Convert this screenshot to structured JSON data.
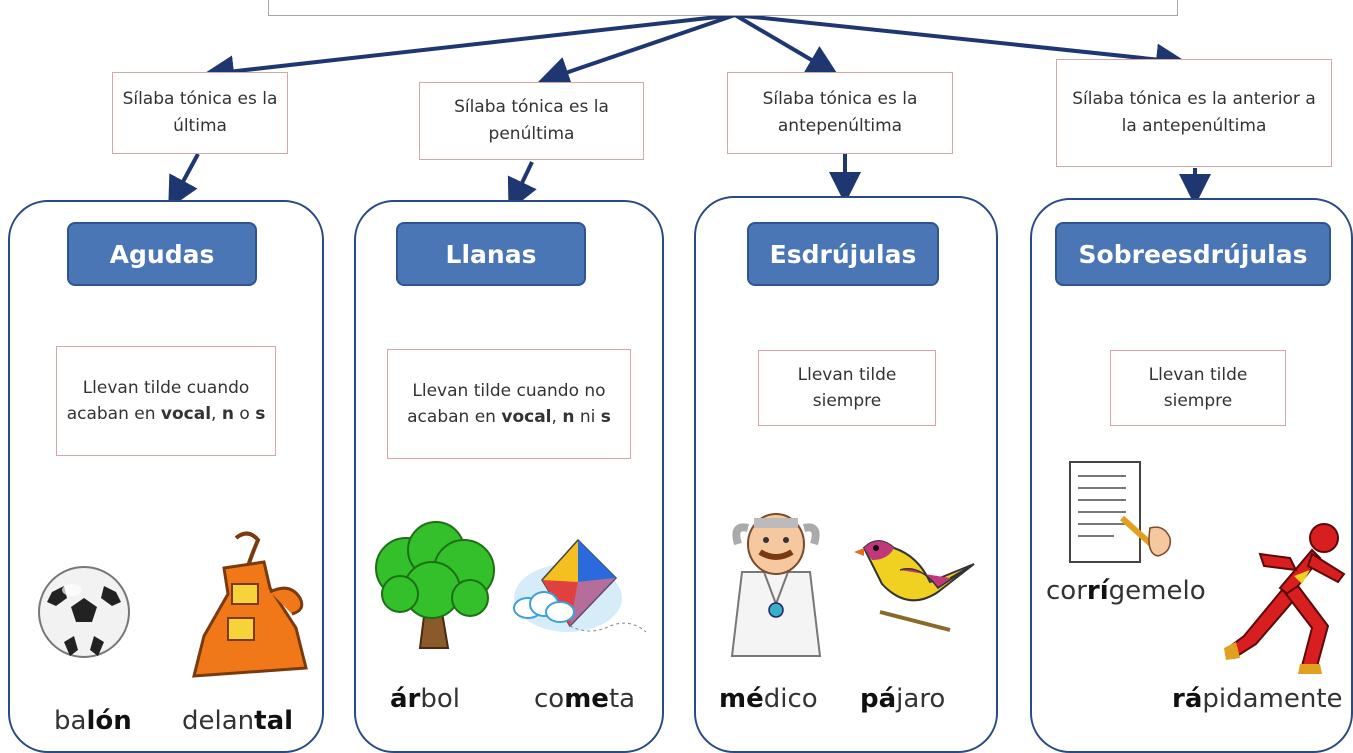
{
  "types": [
    {
      "rule": "Sílaba tónica es la última",
      "title": "Agudas",
      "description_parts": [
        "Llevan tilde cuando acaban en ",
        "vocal",
        ", ",
        "n",
        " o ",
        "s"
      ],
      "examples": [
        {
          "word": "balón",
          "parts": [
            "ba",
            "lón",
            ""
          ],
          "image": "soccer-ball-icon"
        },
        {
          "word": "delantal",
          "parts": [
            "delan",
            "tal",
            ""
          ],
          "image": "apron-icon"
        }
      ]
    },
    {
      "rule": "Sílaba tónica es la penúltima",
      "title": "Llanas",
      "description_parts": [
        "Llevan tilde cuando no acaban en ",
        "vocal",
        ", ",
        "n",
        " ni ",
        "s"
      ],
      "examples": [
        {
          "word": "árbol",
          "parts": [
            "",
            "ár",
            "bol"
          ],
          "image": "tree-icon"
        },
        {
          "word": "cometa",
          "parts": [
            "co",
            "me",
            "ta"
          ],
          "image": "kite-icon"
        }
      ]
    },
    {
      "rule": "Sílaba tónica es la antepenúltima",
      "title": "Esdrújulas",
      "description": "Llevan tilde siempre",
      "examples": [
        {
          "word": "médico",
          "parts": [
            "",
            "mé",
            "dico"
          ],
          "image": "doctor-icon"
        },
        {
          "word": "pájaro",
          "parts": [
            "",
            "pá",
            "jaro"
          ],
          "image": "bird-icon"
        }
      ]
    },
    {
      "rule": "Sílaba tónica es la anterior a la antepenúltima",
      "title": "Sobreesdrújulas",
      "description": "Llevan tilde siempre",
      "examples": [
        {
          "word": "corrígemelo",
          "parts": [
            "cor",
            "rí",
            "gemelo"
          ],
          "image": "checklist-icon"
        },
        {
          "word": "rápidamente",
          "parts": [
            "",
            "rá",
            "pidamente"
          ],
          "image": "runner-icon"
        }
      ]
    }
  ],
  "colors": {
    "panel_border": "#2a4a82",
    "title_fill": "#4a76b6",
    "rule_border": "#d7a5a5",
    "arrow": "#1f3770"
  }
}
